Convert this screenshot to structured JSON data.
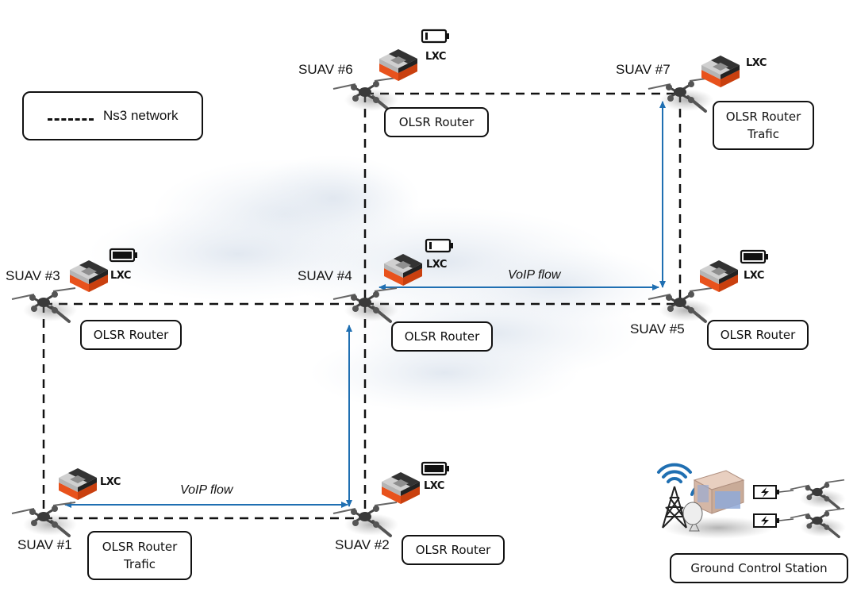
{
  "legend": {
    "ns3_label": "Ns3 network"
  },
  "colors": {
    "link_dashed": "#111111",
    "voip_flow": "#1f6fb2",
    "lxc_top_dark": "#2f2f2f",
    "lxc_top_light": "#bdbdbd",
    "lxc_bottom": "#e8521c",
    "cloud": "#e4eaf2"
  },
  "nodes": [
    {
      "id": "suav6",
      "label": "SUAV #6",
      "router": [
        "OLSR Router"
      ],
      "lxc": "LXC",
      "battery": "low"
    },
    {
      "id": "suav7",
      "label": "SUAV #7",
      "router": [
        "OLSR Router",
        "Trafic"
      ],
      "lxc": "LXC",
      "battery": "none"
    },
    {
      "id": "suav3",
      "label": "SUAV #3",
      "router": [
        "OLSR Router"
      ],
      "lxc": "LXC",
      "battery": "full"
    },
    {
      "id": "suav4",
      "label": "SUAV #4",
      "router": [
        "OLSR Router"
      ],
      "lxc": "LXC",
      "battery": "low"
    },
    {
      "id": "suav5",
      "label": "SUAV #5",
      "router": [
        "OLSR Router"
      ],
      "lxc": "LXC",
      "battery": "full"
    },
    {
      "id": "suav1",
      "label": "SUAV #1",
      "router": [
        "OLSR Router",
        "Trafic"
      ],
      "lxc": "LXC",
      "battery": "none"
    },
    {
      "id": "suav2",
      "label": "SUAV #2",
      "router": [
        "OLSR Router"
      ],
      "lxc": "LXC",
      "battery": "full"
    }
  ],
  "links": [
    [
      "suav6",
      "suav7"
    ],
    [
      "suav6",
      "suav4"
    ],
    [
      "suav7",
      "suav5"
    ],
    [
      "suav3",
      "suav4"
    ],
    [
      "suav4",
      "suav5"
    ],
    [
      "suav4",
      "suav2"
    ],
    [
      "suav3",
      "suav1"
    ],
    [
      "suav1",
      "suav2"
    ]
  ],
  "flows": [
    {
      "label": "VoIP flow",
      "path": [
        "suav7",
        "suav5",
        "suav4"
      ]
    },
    {
      "label": "VoIP flow",
      "path": [
        "suav4",
        "suav2",
        "suav1"
      ]
    }
  ],
  "ground_station": {
    "label": "Ground Control Station",
    "charging_drones": 2
  }
}
